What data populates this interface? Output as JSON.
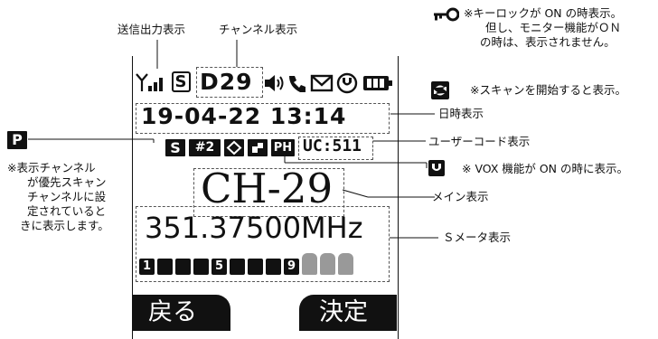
{
  "callouts": {
    "tx_power": "送信出力表示",
    "channel": "チャンネル表示",
    "keylock_1": "※キーロックが ON の時表示。",
    "keylock_2": "但し、モニター機能がＯＮ",
    "keylock_3": "の時は、表示されません。",
    "scan": "※スキャンを開始すると表示。",
    "datetime": "日時表示",
    "usercode": "ユーザーコード表示",
    "vox": "※ VOX 機能が ON の時に表示。",
    "main": "メイン表示",
    "smeter": "Ｓメータ表示",
    "priority_1": "※表示チャンネル",
    "priority_2": "が優先スキャン",
    "priority_3": "チャンネルに設",
    "priority_4": "定されていると",
    "priority_5": "きに表示します。"
  },
  "display": {
    "s_mark": "S",
    "channel_code": "D29",
    "datetime": "19-04-22 13:14",
    "s_badge": "S",
    "group": "#2",
    "ph": "PH",
    "usercode": "UC:511",
    "channel_name": "CH-29",
    "frequency": "351.37500MHz",
    "smeter_labels": [
      "1",
      "5",
      "9"
    ],
    "smeter_active_segments": 9,
    "smeter_total_segments": 12
  },
  "softkeys": {
    "left": "戻る",
    "right": "決定"
  },
  "badges": {
    "priority": "P"
  }
}
